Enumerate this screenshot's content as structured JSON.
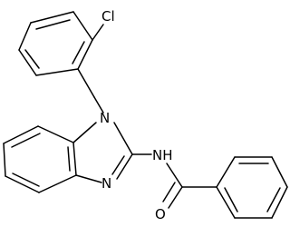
{
  "atoms": {
    "chlorine": "Cl",
    "n_ring_1": "N",
    "n_ring_3": "N",
    "amide_nh": "NH",
    "carbonyl_o": "O"
  }
}
